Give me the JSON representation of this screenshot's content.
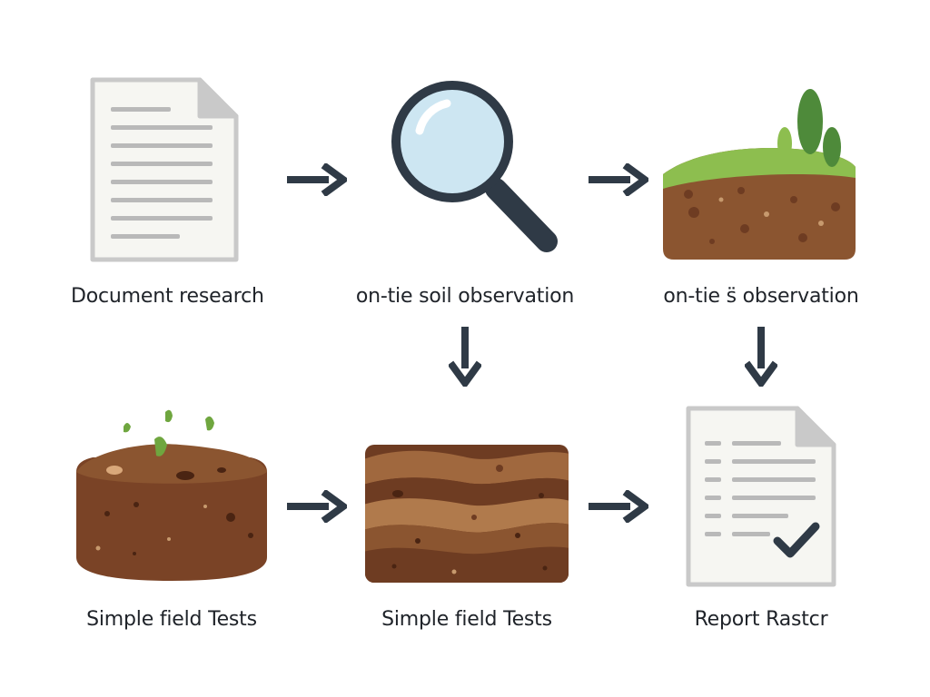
{
  "nodes": [
    {
      "id": "document-research",
      "label": "Document research",
      "icon": "document-icon"
    },
    {
      "id": "site-soil-observation",
      "label": "on-tie soil observation",
      "icon": "magnifier-icon"
    },
    {
      "id": "site-observation-terrain",
      "label": "on-tie s̈ observation",
      "icon": "terrain-icon"
    },
    {
      "id": "field-tests-sample",
      "label": "Simple field Tests",
      "icon": "soil-sample-icon"
    },
    {
      "id": "field-tests-layers",
      "label": "Simple field Tests",
      "icon": "soil-layers-icon"
    },
    {
      "id": "report",
      "label": "Report Rastcr",
      "icon": "report-checkmark-icon"
    }
  ],
  "edges": [
    {
      "from": "document-research",
      "to": "site-soil-observation"
    },
    {
      "from": "site-soil-observation",
      "to": "site-observation-terrain"
    },
    {
      "from": "site-soil-observation",
      "to": "field-tests-layers"
    },
    {
      "from": "site-observation-terrain",
      "to": "report"
    },
    {
      "from": "field-tests-sample",
      "to": "field-tests-layers"
    },
    {
      "from": "field-tests-layers",
      "to": "report"
    }
  ],
  "colors": {
    "arrow": "#2f3a46",
    "paper": "#f6f6f2",
    "paper_border": "#c9c9c9",
    "line": "#b9b9b9",
    "soil_dark": "#6e3c22",
    "soil_mid": "#8b5530",
    "soil_light": "#b07a4c",
    "grass": "#8dbe4f",
    "tree": "#4e8a3a",
    "lens": "#cde6f2",
    "handle": "#2f3a46"
  }
}
